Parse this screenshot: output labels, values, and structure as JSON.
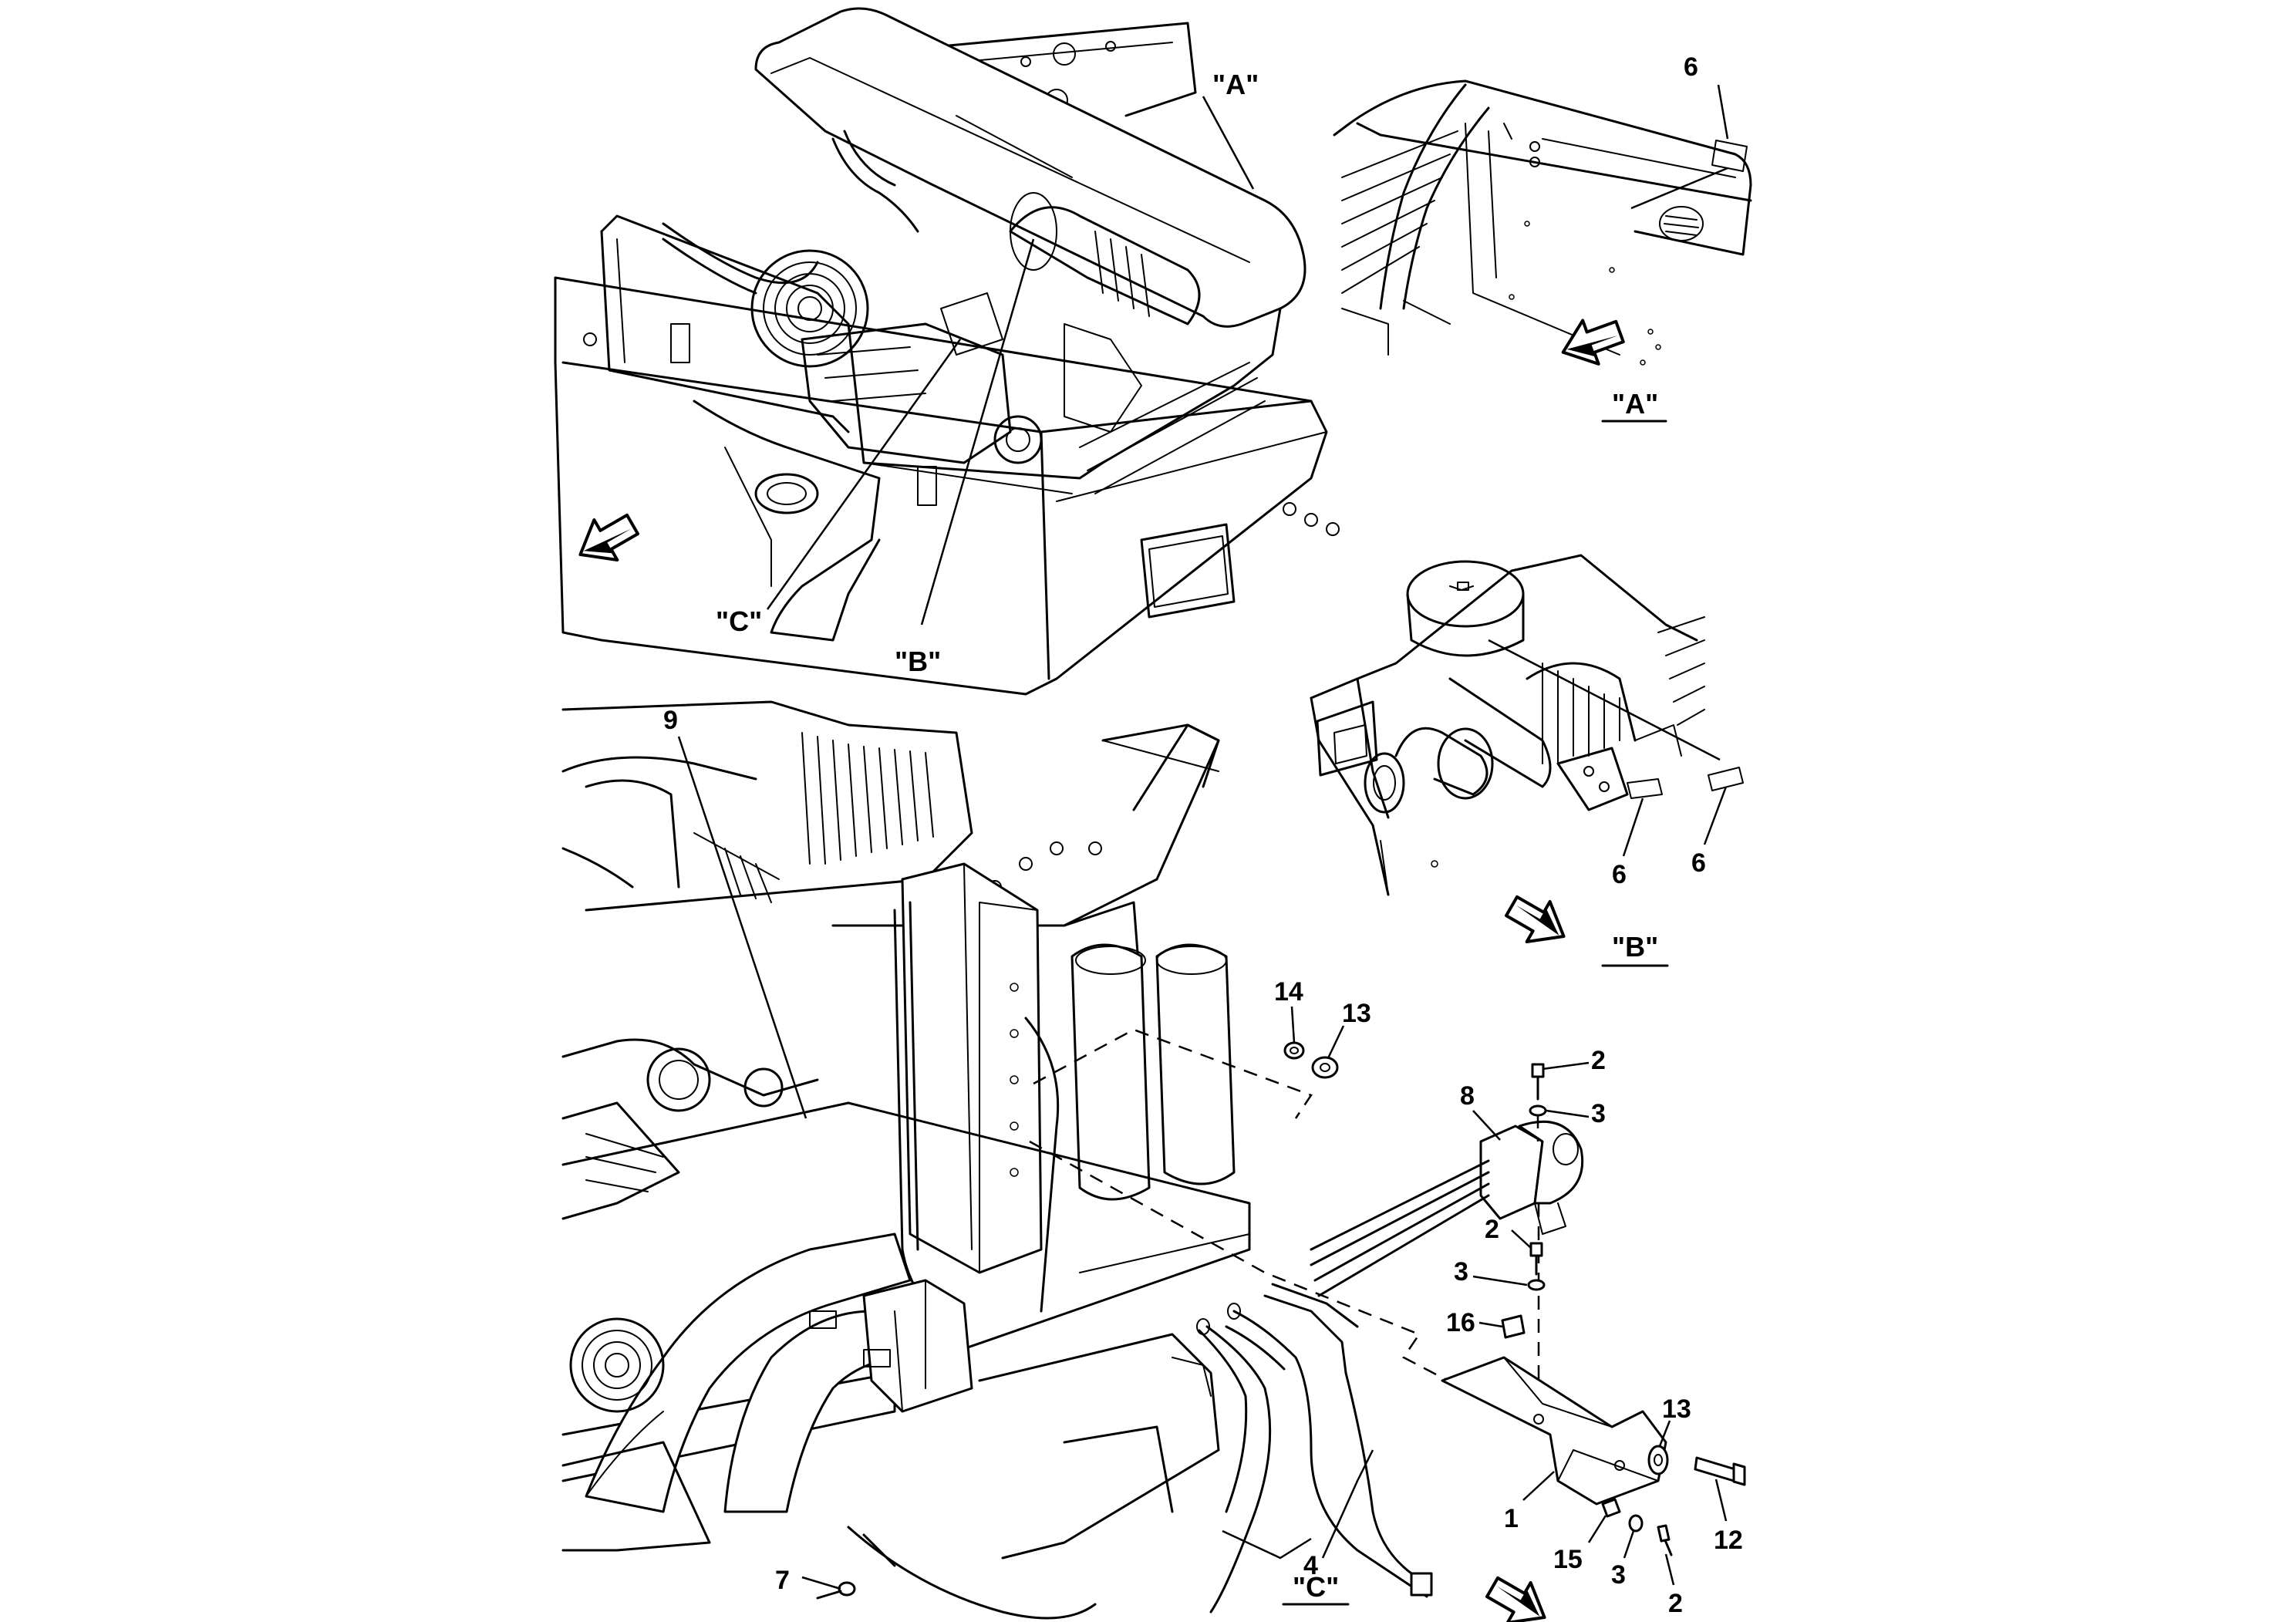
{
  "views": {
    "a": "\"A\"",
    "b": "\"B\"",
    "c": "\"C\""
  },
  "callouts": {
    "c1": "1",
    "c2": "2",
    "c3": "3",
    "c4": "4",
    "c6": "6",
    "c7": "7",
    "c8": "8",
    "c9": "9",
    "c12": "12",
    "c13": "13",
    "c14": "14",
    "c15": "15",
    "c16": "16"
  },
  "icons": {
    "direction_arrow": "front-direction-arrow-icon"
  }
}
